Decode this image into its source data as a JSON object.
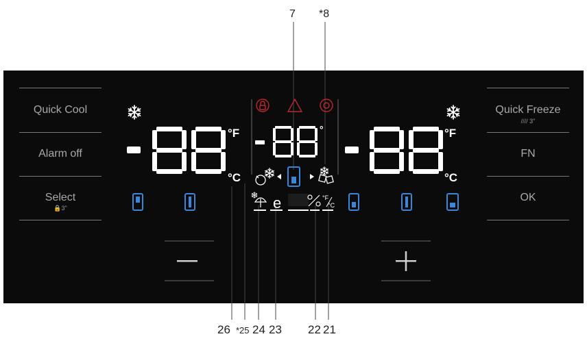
{
  "callouts": {
    "top": [
      "7",
      "*8"
    ],
    "bottom": [
      "26",
      "*25",
      "24",
      "23",
      "22",
      "21"
    ]
  },
  "left_buttons": {
    "quick_cool": "Quick Cool",
    "alarm_off": "Alarm off",
    "select": "Select",
    "select_sub": "3\""
  },
  "right_buttons": {
    "quick_freeze": "Quick Freeze",
    "quick_freeze_sub": "3\"",
    "fn": "FN",
    "ok": "OK"
  },
  "displays": {
    "left": {
      "minus": "-",
      "digits": "88",
      "unit_f": "°F",
      "unit_c": "°C"
    },
    "center": {
      "minus": "-",
      "digits": "88",
      "unit": "°"
    },
    "right": {
      "minus": "-",
      "digits": "88",
      "unit_f": "°F",
      "unit_c": "°C"
    },
    "eco": "e"
  },
  "colors": {
    "panel": "#0b0b0b",
    "segment": "#ffffff",
    "button_text": "#a9a9a9",
    "accent_blue": "#3a86d8",
    "alert_red": "#c0262c"
  },
  "icons": [
    "snowflake-icon",
    "lock-icon",
    "warning-icon",
    "filter-icon",
    "ice-maker-icon",
    "vacation-icon",
    "humidity-icon",
    "unit-toggle-icon"
  ]
}
